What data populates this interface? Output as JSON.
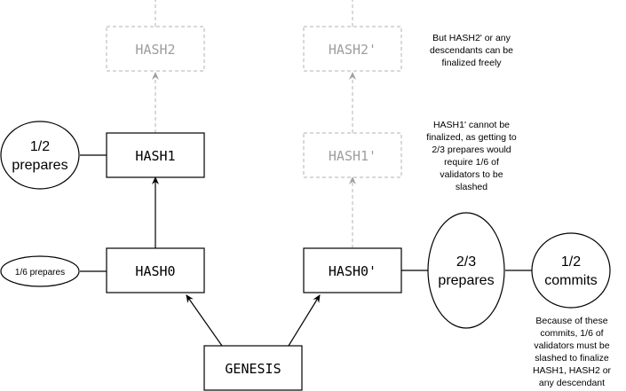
{
  "nodes": {
    "hash2": "HASH2",
    "hash2p": "HASH2'",
    "hash1": "HASH1",
    "hash1p": "HASH1'",
    "hash0": "HASH0",
    "hash0p": "HASH0'",
    "genesis": "GENESIS"
  },
  "ellipses": {
    "left_top": [
      "1/2",
      "prepares"
    ],
    "left_bottom": "1/6 prepares",
    "right_mid": [
      "2/3",
      "prepares"
    ],
    "right_far": [
      "1/2",
      "commits"
    ]
  },
  "notes": {
    "top": [
      "But HASH2' or any",
      "descendants can be",
      "finalized freely"
    ],
    "middle": [
      "HASH1' cannot be",
      "finalized, as getting to",
      "2/3 prepares would",
      "require 1/6 of",
      "validators to be",
      "slashed"
    ],
    "bottom": [
      "Because of these",
      "commits, 1/6 of",
      "validators must be",
      "slashed to finalize",
      "HASH1, HASH2 or",
      "any descendant"
    ]
  },
  "colors": {
    "solid": "#000000",
    "faded": "#b3b3b3",
    "faded_text": "#9e9e9e"
  }
}
